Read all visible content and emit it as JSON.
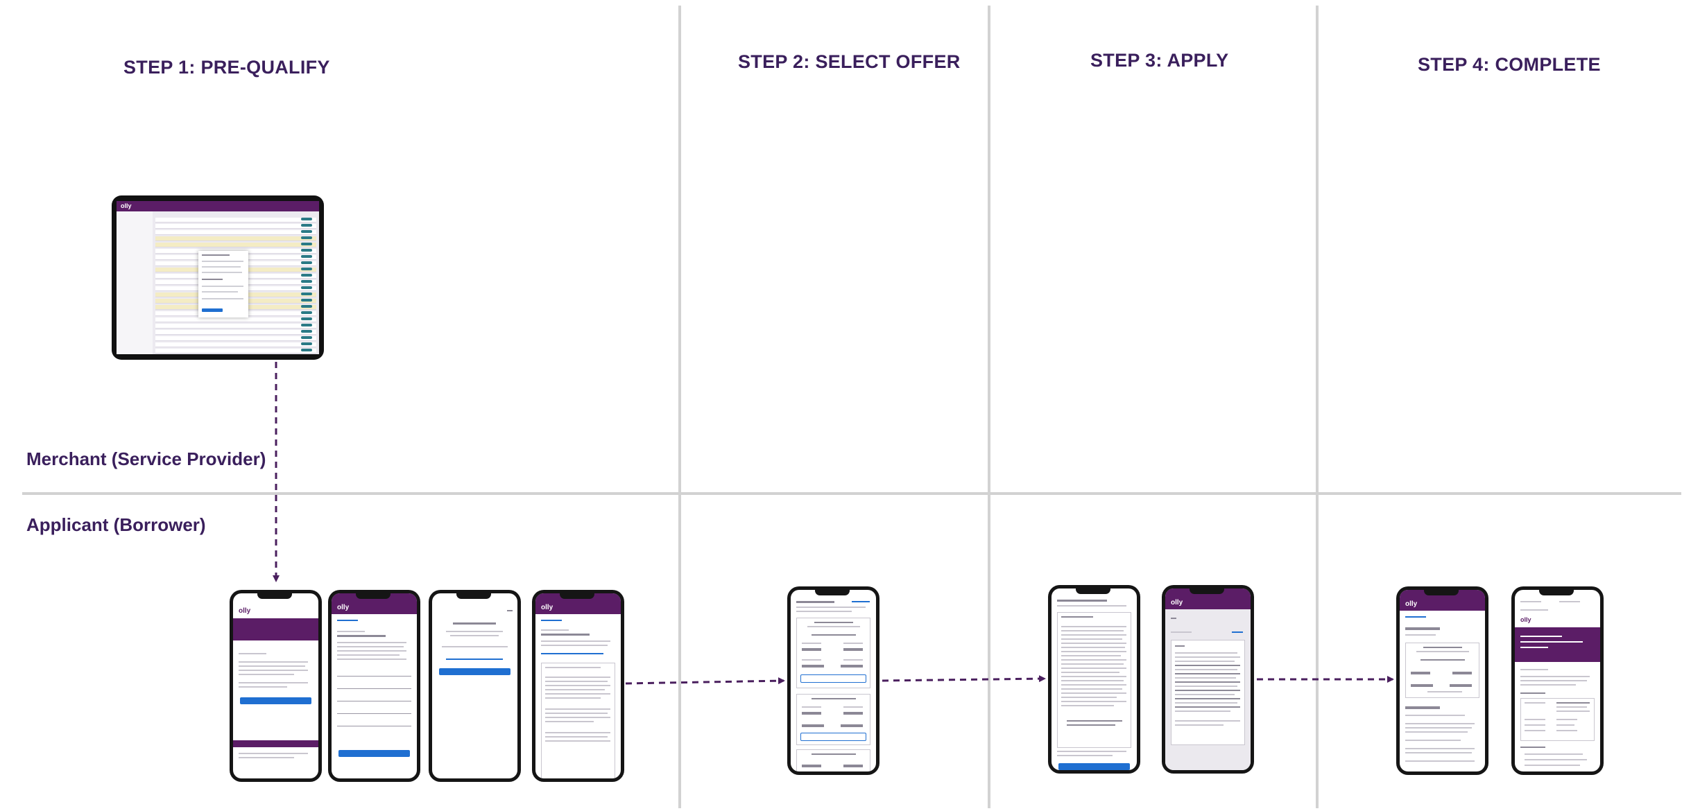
{
  "steps": [
    {
      "label": "STEP 1: PRE-QUALIFY"
    },
    {
      "label": "STEP 2: SELECT OFFER"
    },
    {
      "label": "STEP 3: APPLY"
    },
    {
      "label": "STEP 4: COMPLETE"
    }
  ],
  "lanes": {
    "merchant": "Merchant (Service Provider)",
    "applicant": "Applicant (Borrower)"
  },
  "colors": {
    "title": "#3a1f5c",
    "brand_purple": "#5b1d66",
    "action_blue": "#1f6fd1",
    "divider": "#d2d2d2",
    "arrow": "#4a1f5e"
  },
  "logo_text": "olly"
}
